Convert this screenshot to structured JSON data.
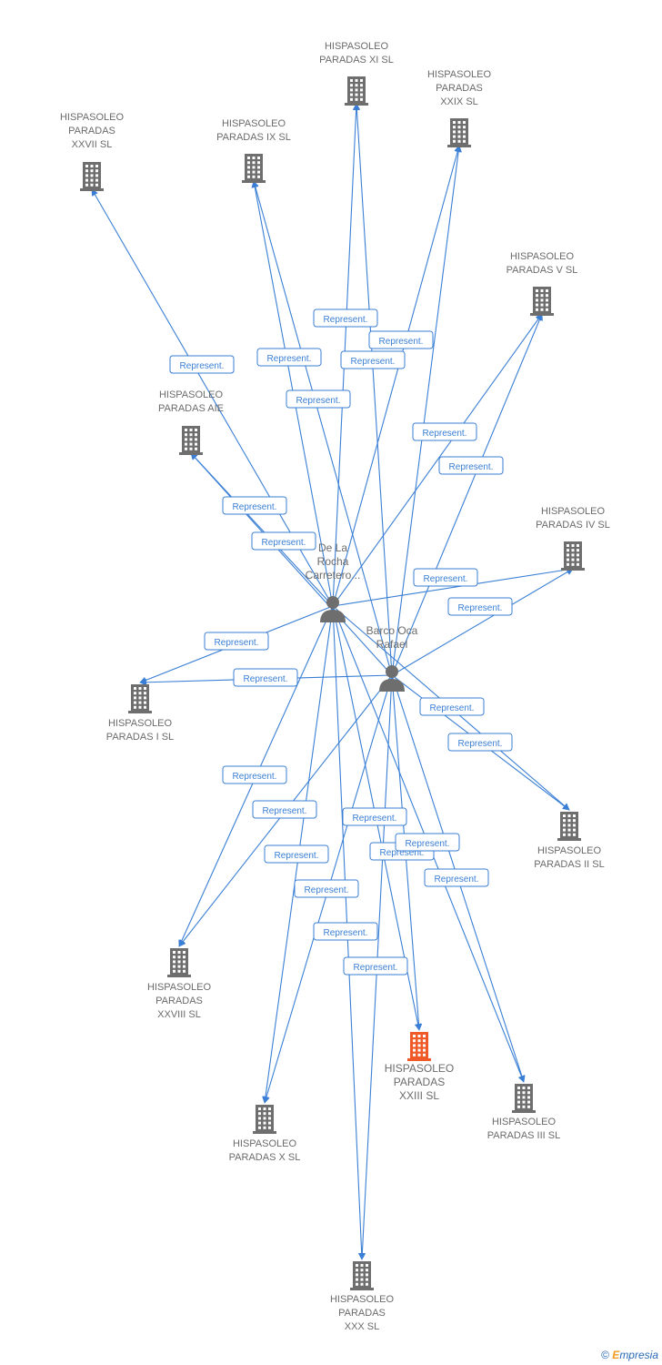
{
  "colors": {
    "edge": "#3a7fd5",
    "company": "#6e6e6e",
    "focus": "#f05a28",
    "person": "#6e6e6e"
  },
  "edge_label": "Represent.",
  "footer": {
    "copyright": "©",
    "brand_e": "E",
    "brand_rest": "mpresia"
  },
  "people": [
    {
      "id": "p1",
      "lines": [
        "De La",
        "Rocha",
        "Carretero..."
      ]
    },
    {
      "id": "p2",
      "lines": [
        "Barco Oca",
        "Rafael"
      ]
    }
  ],
  "companies": [
    {
      "id": "xi",
      "lines": [
        "HISPASOLEO",
        "PARADAS XI SL"
      ]
    },
    {
      "id": "xxix",
      "lines": [
        "HISPASOLEO",
        "PARADAS",
        "XXIX SL"
      ]
    },
    {
      "id": "xxvii",
      "lines": [
        "HISPASOLEO",
        "PARADAS",
        "XXVII SL"
      ]
    },
    {
      "id": "ix",
      "lines": [
        "HISPASOLEO",
        "PARADAS IX SL"
      ]
    },
    {
      "id": "v",
      "lines": [
        "HISPASOLEO",
        "PARADAS V SL"
      ]
    },
    {
      "id": "aie",
      "lines": [
        "HISPASOLEO",
        "PARADAS AIE"
      ]
    },
    {
      "id": "iv",
      "lines": [
        "HISPASOLEO",
        "PARADAS IV SL"
      ]
    },
    {
      "id": "i",
      "lines": [
        "HISPASOLEO",
        "PARADAS I SL"
      ]
    },
    {
      "id": "ii",
      "lines": [
        "HISPASOLEO",
        "PARADAS II SL"
      ]
    },
    {
      "id": "xxviii",
      "lines": [
        "HISPASOLEO",
        "PARADAS",
        "XXVIII SL"
      ]
    },
    {
      "id": "xxiii",
      "lines": [
        "HISPASOLEO",
        "PARADAS",
        "XXIII SL"
      ],
      "focus": true
    },
    {
      "id": "iii",
      "lines": [
        "HISPASOLEO",
        "PARADAS III SL"
      ]
    },
    {
      "id": "x",
      "lines": [
        "HISPASOLEO",
        "PARADAS X SL"
      ]
    },
    {
      "id": "xxx",
      "lines": [
        "HISPASOLEO",
        "PARADAS",
        "XXX SL"
      ]
    }
  ],
  "edges": [
    {
      "from": "p1",
      "to": "xi"
    },
    {
      "from": "p2",
      "to": "xi"
    },
    {
      "from": "p1",
      "to": "xxix"
    },
    {
      "from": "p2",
      "to": "xxix"
    },
    {
      "from": "p1",
      "to": "ix"
    },
    {
      "from": "p2",
      "to": "ix"
    },
    {
      "from": "p1",
      "to": "xxvii"
    },
    {
      "from": "p1",
      "to": "v"
    },
    {
      "from": "p2",
      "to": "v"
    },
    {
      "from": "p1",
      "to": "aie"
    },
    {
      "from": "p2",
      "to": "aie"
    },
    {
      "from": "p1",
      "to": "iv"
    },
    {
      "from": "p2",
      "to": "iv"
    },
    {
      "from": "p1",
      "to": "i"
    },
    {
      "from": "p2",
      "to": "i"
    },
    {
      "from": "p1",
      "to": "ii"
    },
    {
      "from": "p2",
      "to": "ii"
    },
    {
      "from": "p1",
      "to": "xxviii"
    },
    {
      "from": "p2",
      "to": "xxviii"
    },
    {
      "from": "p1",
      "to": "xxiii"
    },
    {
      "from": "p2",
      "to": "xxiii"
    },
    {
      "from": "p1",
      "to": "iii"
    },
    {
      "from": "p2",
      "to": "iii"
    },
    {
      "from": "p1",
      "to": "x"
    },
    {
      "from": "p2",
      "to": "x"
    },
    {
      "from": "p1",
      "to": "xxx"
    },
    {
      "from": "p2",
      "to": "xxx"
    }
  ]
}
